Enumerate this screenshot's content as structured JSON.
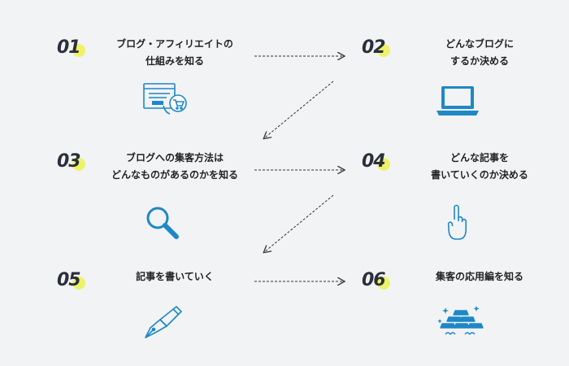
{
  "steps": [
    {
      "number": "01",
      "line1": "ブログ・アフィリエイトの",
      "line2": "仕組みを知る",
      "icon": "web-shop-icon"
    },
    {
      "number": "02",
      "line1": "どんなブログに",
      "line2": "するか決める",
      "icon": "laptop-icon"
    },
    {
      "number": "03",
      "line1": "ブログへの集客方法は",
      "line2": "どんなものがあるのかを知る",
      "icon": "magnifier-icon"
    },
    {
      "number": "04",
      "line1": "どんな記事を",
      "line2": "書いていくのか決める",
      "icon": "pointing-hand-icon"
    },
    {
      "number": "05",
      "line1": "記事を書いていく",
      "line2": "",
      "icon": "fountain-pen-icon"
    },
    {
      "number": "06",
      "line1": "集客の応用編を知る",
      "line2": "",
      "icon": "gold-bars-icon"
    }
  ],
  "colors": {
    "accent": "#1e88c7",
    "number_highlight": "#eef26a",
    "background": "#f2f3f5"
  }
}
